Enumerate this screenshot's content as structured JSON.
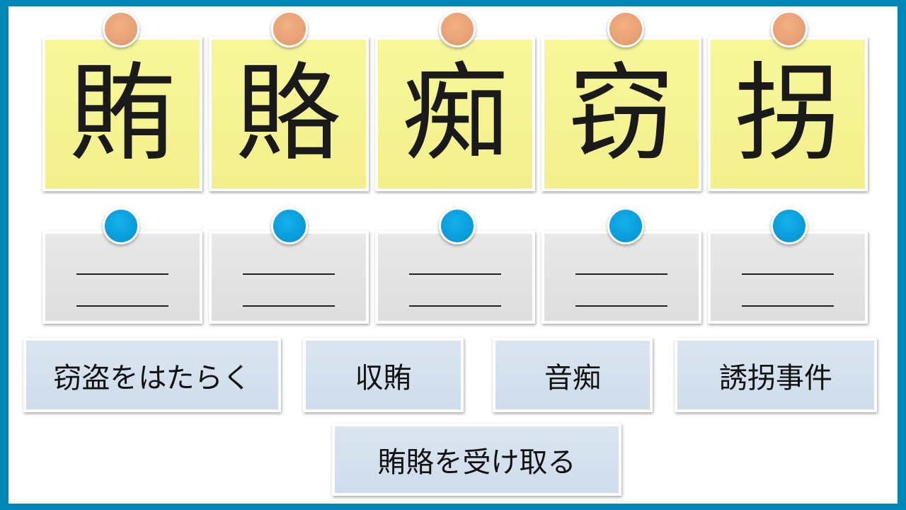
{
  "kanji_cards": [
    "賄",
    "賂",
    "痴",
    "窃",
    "拐"
  ],
  "answer_cards": [
    "窃盗をはたらく",
    "収賄",
    "音痴",
    "誘拐事件",
    "賄賂を受け取る"
  ],
  "colors": {
    "frame": "#0087b8",
    "kanji_card": "#f5f393",
    "blank_card": "#e3e3e3",
    "answer_card": "#d5e1ee",
    "pin_orange": "#eba57a",
    "pin_blue": "#00a2e2"
  }
}
